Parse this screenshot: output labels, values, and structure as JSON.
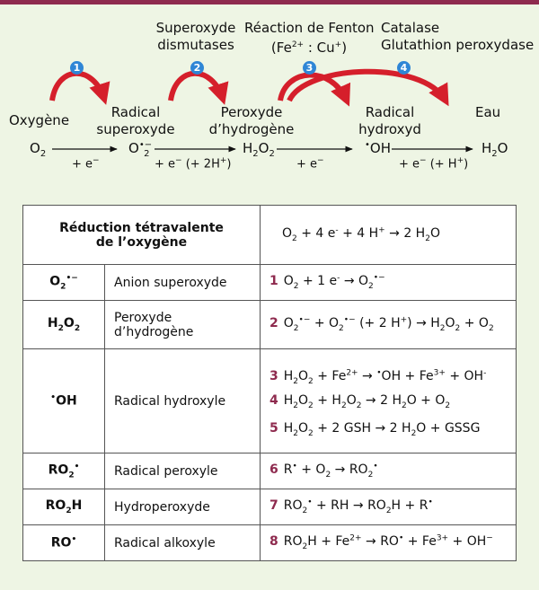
{
  "diagram": {
    "badges": [
      "1",
      "2",
      "3",
      "4"
    ],
    "enzyme_labels": {
      "sod": [
        "Superoxyde",
        "dismutases"
      ],
      "fenton": [
        "Réaction de Fenton",
        "(Fe2+ : Cu+)"
      ],
      "catalase": [
        "Catalase",
        "Glutathion peroxydase"
      ]
    },
    "species_labels": {
      "oxygene": [
        "Oxygène"
      ],
      "radical_superoxyde": [
        "Radical",
        "superoxyde"
      ],
      "peroxyde": [
        "Peroxyde",
        "d’hydrogène"
      ],
      "radical_hydroxyl": [
        "Radical",
        "hydroxyd"
      ],
      "eau": [
        "Eau"
      ]
    },
    "formulas": {
      "o2": "O2",
      "o2_rad": "O2•−",
      "h2o2": "H2O2",
      "oh": "•OH",
      "h2o": "H2O"
    },
    "reaction_steps": [
      "+ e−",
      "+ e− (+ 2H+)",
      "+ e−",
      "+ e− (+ H+)"
    ],
    "arrow_color": "#d51f2b",
    "badge_color": "#2f86d6"
  },
  "table": {
    "header": {
      "title": [
        "Réduction tétravalente",
        "de l’oxygène"
      ],
      "overall_equation": "O2 + 4 e- + 4 H+ → 2 H2O"
    },
    "rows": [
      {
        "species": "O2•−",
        "name": "Anion superoxyde",
        "reactions": [
          {
            "num": "1",
            "eq": "O2 + 1 e- → O2•−"
          }
        ]
      },
      {
        "species": "H2O2",
        "name": "Peroxyde d’hydrogène",
        "reactions": [
          {
            "num": "2",
            "eq": "O2•− + O2•− (+ 2 H+) → H2O2 + O2"
          }
        ]
      },
      {
        "species": "•OH",
        "name": "Radical hydroxyle",
        "reactions": [
          {
            "num": "3",
            "eq": "H2O2 + Fe2+ → •OH + Fe3+ + OH-"
          },
          {
            "num": "4",
            "eq": "H2O2 + H2O2 → 2 H2O + O2"
          },
          {
            "num": "5",
            "eq": "H2O2 + 2 GSH → 2 H2O + GSSG"
          }
        ]
      },
      {
        "species": "RO2•",
        "name": "Radical peroxyle",
        "reactions": [
          {
            "num": "6",
            "eq": "R• + O2 → RO2•"
          }
        ]
      },
      {
        "species": "RO2H",
        "name": "Hydroperoxyde",
        "reactions": [
          {
            "num": "7",
            "eq": "RO2• + RH → RO2H + R•"
          }
        ]
      },
      {
        "species": "RO•",
        "name": "Radical alkoxyle",
        "reactions": [
          {
            "num": "8",
            "eq": "RO2H + Fe2+ → RO• + Fe3+ + OH−"
          }
        ]
      }
    ],
    "accent_color": "#8e2a4e"
  }
}
